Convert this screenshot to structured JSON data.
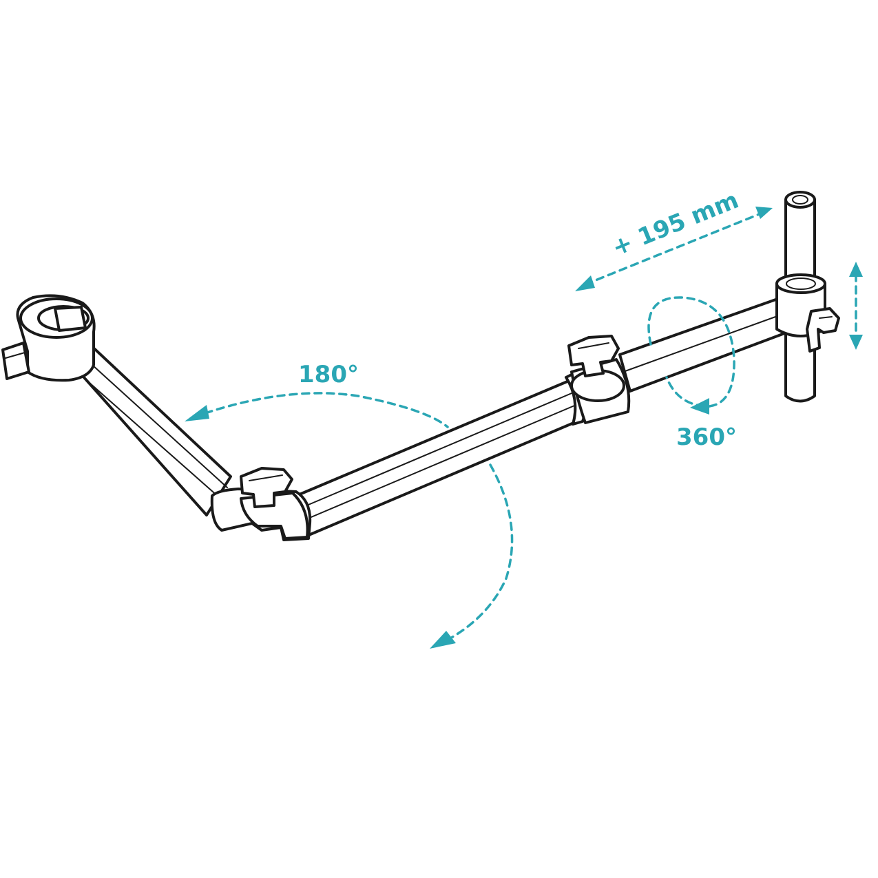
{
  "annotations": {
    "extension": "+ 195 mm",
    "tilt": "180°",
    "rotation": "360°"
  },
  "colors": {
    "accent": "#2aa6b4",
    "outline": "#1a1a1a",
    "background": "#ffffff"
  }
}
